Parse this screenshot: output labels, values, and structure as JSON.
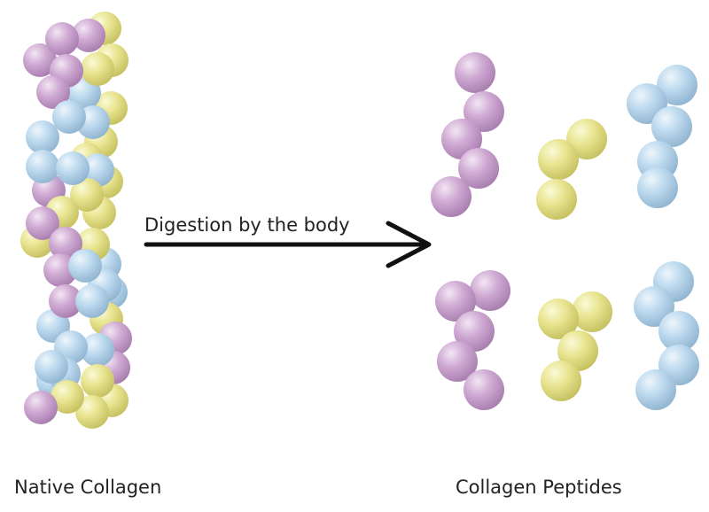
{
  "labels": {
    "process": "Digestion by the body",
    "left_caption": "Native Collagen",
    "right_caption": "Collagen Peptides"
  },
  "colors": {
    "purple": "#c9a6cf",
    "yellow": "#e6e28e",
    "blue": "#b9d6ec",
    "arrow": "#111111",
    "text": "#222222"
  },
  "sphere_colors": [
    "purple",
    "yellow",
    "blue"
  ]
}
